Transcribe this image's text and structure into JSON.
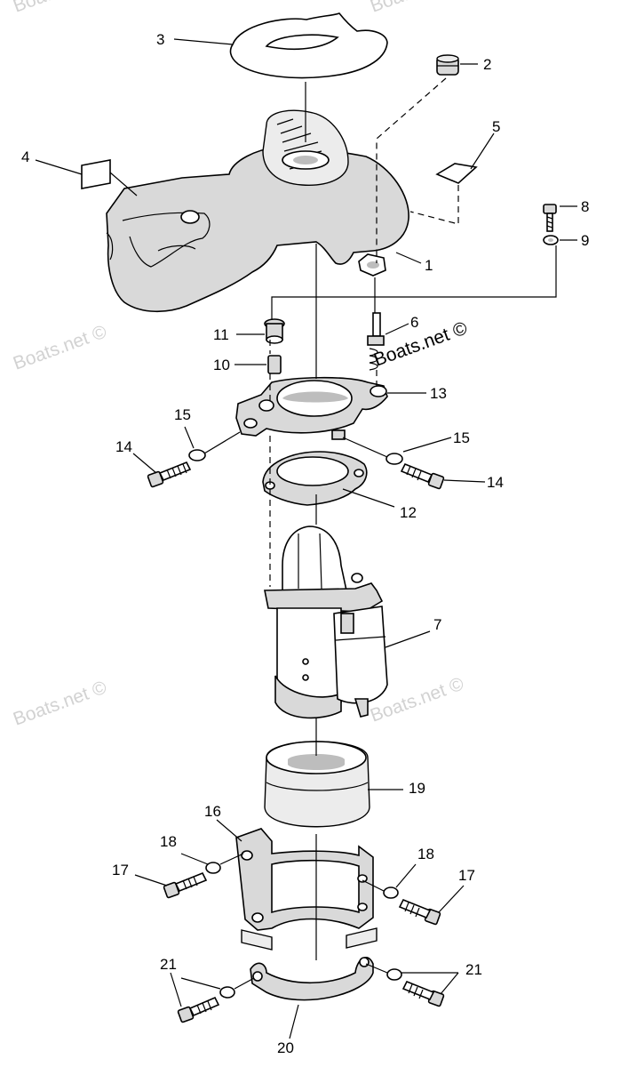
{
  "watermarks": [
    "Boats.net ©",
    "Boats.net ©",
    "Boats.net ©",
    "Boats.net ©",
    "Boats.net ©",
    "Boats.net ©"
  ],
  "labels": {
    "p1": "1",
    "p2": "2",
    "p3": "3",
    "p4": "4",
    "p5": "5",
    "p6": "6",
    "p7": "7",
    "p8": "8",
    "p9": "9",
    "p10": "10",
    "p11": "11",
    "p12": "12",
    "p13": "13",
    "p14a": "14",
    "p14b": "14",
    "p15a": "15",
    "p15b": "15",
    "p16": "16",
    "p17a": "17",
    "p17b": "17",
    "p18a": "18",
    "p18b": "18",
    "p19": "19",
    "p20": "20",
    "p21a": "21",
    "p21b": "21"
  }
}
